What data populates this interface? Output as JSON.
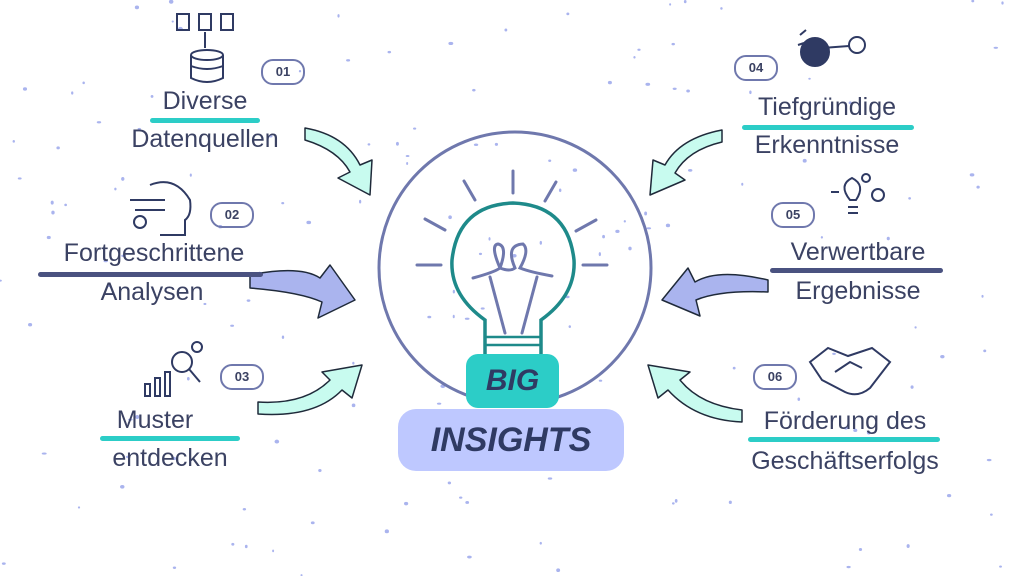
{
  "center": {
    "line1": "BIG",
    "line2": "INSIGHTS"
  },
  "items": [
    {
      "num": "01",
      "line1": "Diverse",
      "line2": "Datenquellen",
      "icon": "database-icon"
    },
    {
      "num": "02",
      "line1": "Fortgeschrittene",
      "line2": "Analysen",
      "icon": "ai-head-icon"
    },
    {
      "num": "03",
      "line1": "Muster",
      "line2": "entdecken",
      "icon": "analytics-icon"
    },
    {
      "num": "04",
      "line1": "Tiefgründige",
      "line2": "Erkenntnisse",
      "icon": "key-icon"
    },
    {
      "num": "05",
      "line1": "Verwertbare",
      "line2": "Ergebnisse",
      "icon": "bulb-gear-icon"
    },
    {
      "num": "06",
      "line1": "Förderung des",
      "line2": "Geschäftserfolgs",
      "icon": "handshake-icon"
    }
  ],
  "colors": {
    "teal": "#2ccdc7",
    "slate": "#6f78ad",
    "navy": "#2f3a63",
    "lavender": "#bec8ff",
    "mint": "#c8fbef"
  }
}
